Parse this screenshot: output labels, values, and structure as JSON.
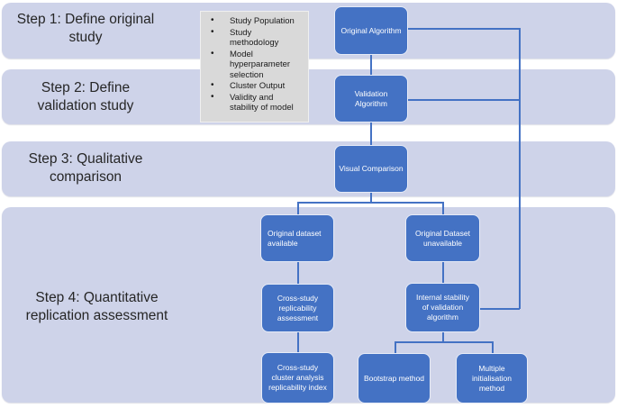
{
  "figure": {
    "band_color": "#CED3E9",
    "node_fill_color": "#4472C4",
    "node_text_color": "#ffffff",
    "connector_color": "#4472C4",
    "note_box_color": "#D9D9D9",
    "step_text_color": "#262626"
  },
  "steps": [
    {
      "label": "Step 1: Define original\nstudy"
    },
    {
      "label": "Step 2: Define\nvalidation study"
    },
    {
      "label": "Step 3: Qualitative\ncomparison"
    },
    {
      "label": "Step 4: Quantitative\nreplication assessment"
    }
  ],
  "note_box": {
    "items": [
      "Study Population",
      "Study\nmethodology",
      "Model\nhyperparameter\nselection",
      "Cluster Output",
      "Validity and\nstability of model"
    ]
  },
  "nodes": {
    "original_algorithm": "Original Algorithm",
    "validation_algorithm": "Validation\nAlgorithm",
    "visual_comparison": "Visual Comparison",
    "original_dataset_available": "Original dataset\navailable",
    "original_dataset_unavailable": "Original Dataset\nunavailable",
    "cross_study_replicability": "Cross-study\nreplicability\nassessment",
    "internal_stability": "Internal stability\nof validation\nalgorithm",
    "cross_study_index": "Cross-study\ncluster analysis\nreplicability index",
    "bootstrap_method": "Bootstrap method",
    "multiple_initialisation": "Multiple\ninitialisation\nmethod"
  }
}
